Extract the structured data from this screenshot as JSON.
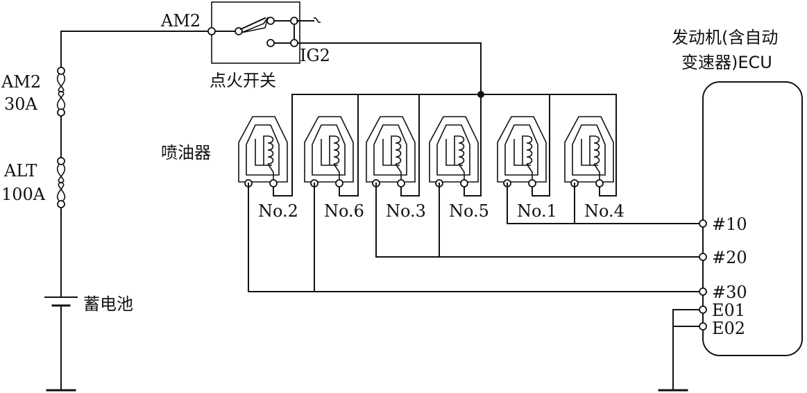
{
  "labels": {
    "am2_wire": "AM2",
    "fuse_am2_name": "AM2",
    "fuse_am2_rating": "30A",
    "fuse_alt_name": "ALT",
    "fuse_alt_rating": "100A",
    "battery": "蓄电池",
    "ignition_switch": "点火开关",
    "ig2": "IG2",
    "injectors": "喷油器",
    "ecu_line1": "发动机(含自动",
    "ecu_line2": "变速器)ECU"
  },
  "injectors": [
    {
      "label": "No.2"
    },
    {
      "label": "No.6"
    },
    {
      "label": "No.3"
    },
    {
      "label": "No.5"
    },
    {
      "label": "No.1"
    },
    {
      "label": "No.4"
    }
  ],
  "ecu_pins": [
    {
      "label": "#10"
    },
    {
      "label": "#20"
    },
    {
      "label": "#30"
    },
    {
      "label": "E01"
    },
    {
      "label": "E02"
    }
  ]
}
